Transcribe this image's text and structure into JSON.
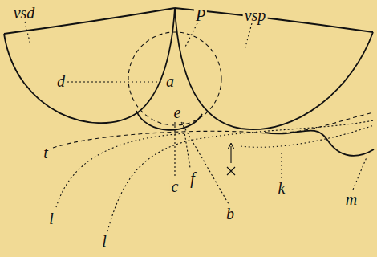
{
  "diagram": {
    "labels": [
      "vsd",
      "P",
      "vsp",
      "d",
      "a",
      "e",
      "t",
      "f",
      "c",
      "k",
      "m",
      "l",
      "l",
      "b"
    ]
  }
}
